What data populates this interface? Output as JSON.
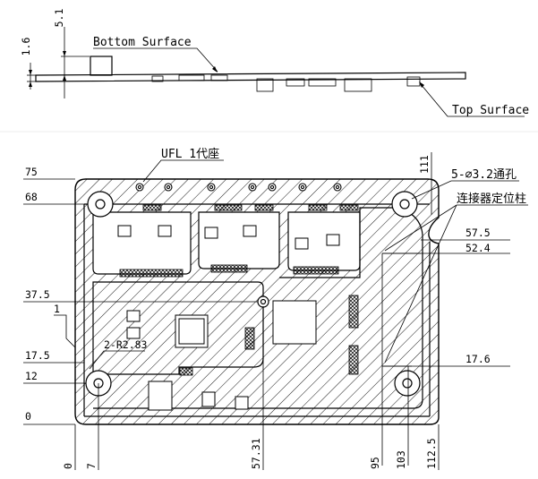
{
  "side_view": {
    "dim_left": "1.6",
    "dim_top": "5.1",
    "bottom_surface_label": "Bottom Surface",
    "top_surface_label": "Top Surface"
  },
  "plan_view": {
    "ufl_label": "UFL 1代座",
    "hole_label": "5-⌀3.2通孔",
    "connector_label": "连接器定位柱",
    "radius_label": "2-R2.83",
    "marker_1": "1",
    "y_dims": [
      "75",
      "68",
      "37.5",
      "17.5",
      "12",
      "0"
    ],
    "x_dims": [
      "0",
      "7",
      "57.31",
      "95",
      "103",
      "112.5"
    ],
    "top_right_dim": "111",
    "right_dims": [
      "57.5",
      "52.4",
      "17.6"
    ]
  }
}
